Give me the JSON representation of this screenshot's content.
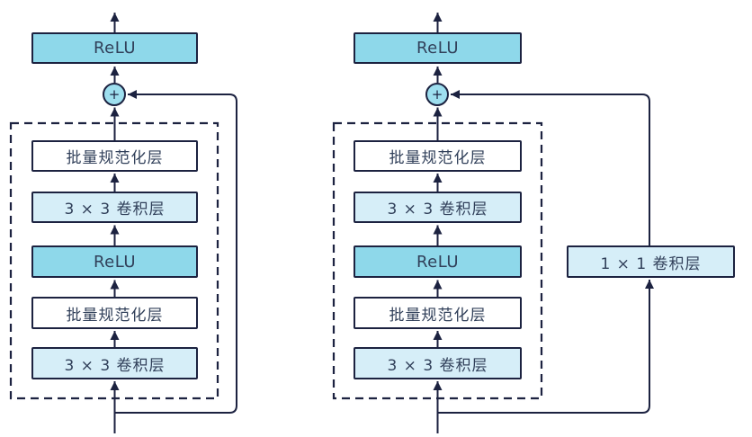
{
  "colors": {
    "background": "#ffffff",
    "relu_fill": "#8ed8ea",
    "conv_fill": "#d6eef8",
    "batchnorm_fill": "#ffffff",
    "add_circle_fill": "#9edfef",
    "line_color": "#1c2240",
    "text_color": "#31405a"
  },
  "left_block": {
    "output_activation": "ReLU",
    "add_symbol": "+",
    "layers": [
      {
        "label": "批量规范化层"
      },
      {
        "label": "3 × 3 卷积层"
      },
      {
        "label": "ReLU"
      },
      {
        "label": "批量规范化层"
      },
      {
        "label": "3 × 3 卷积层"
      }
    ]
  },
  "right_block": {
    "output_activation": "ReLU",
    "add_symbol": "+",
    "layers": [
      {
        "label": "批量规范化层"
      },
      {
        "label": "3 × 3 卷积层"
      },
      {
        "label": "ReLU"
      },
      {
        "label": "批量规范化层"
      },
      {
        "label": "3 × 3 卷积层"
      }
    ],
    "shortcut_layer": {
      "label": "1 × 1 卷积层"
    }
  }
}
